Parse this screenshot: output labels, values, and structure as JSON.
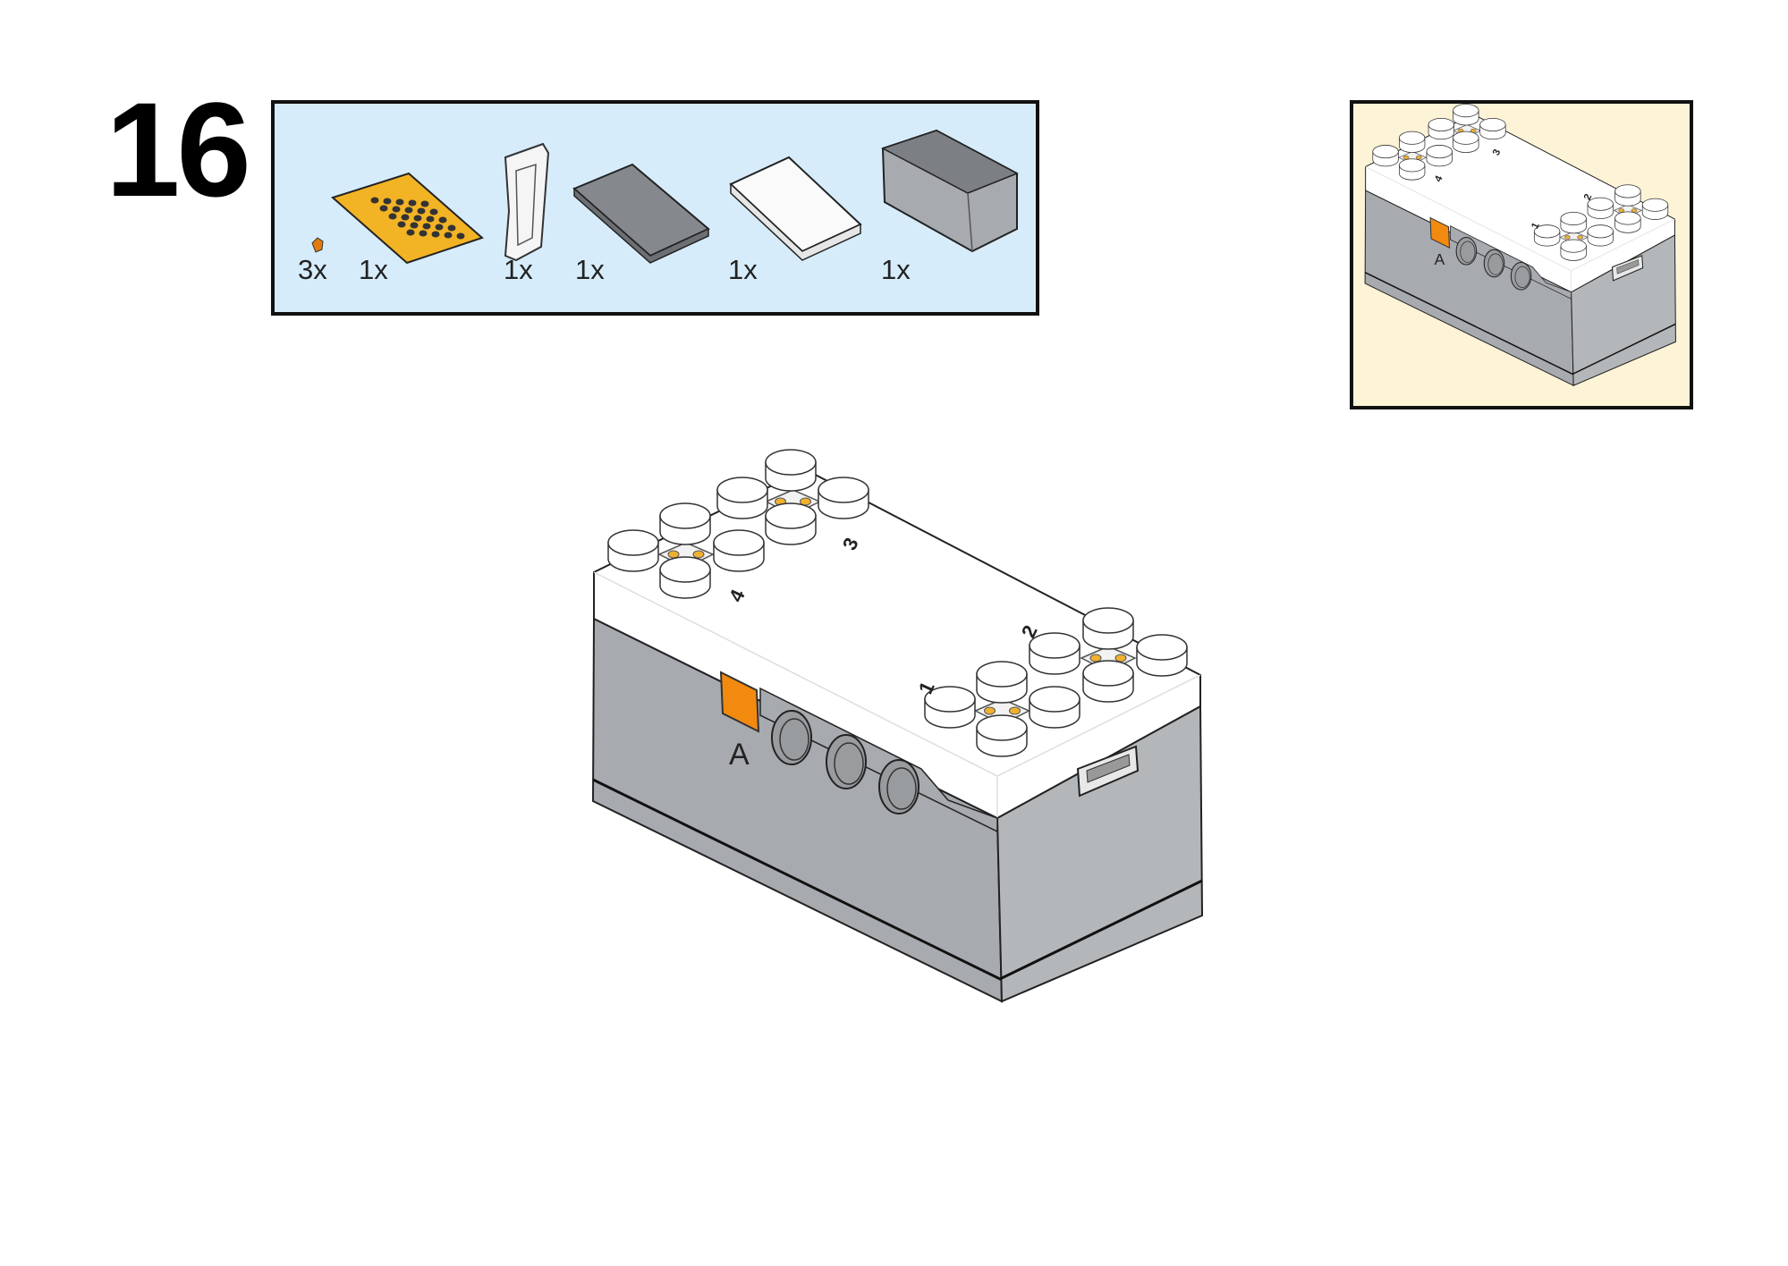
{
  "step": {
    "number": "16"
  },
  "parts_list": {
    "items": [
      {
        "name": "orange-connector-peg",
        "quantity": "3x"
      },
      {
        "name": "yellow-led-matrix-plate",
        "quantity": "1x"
      },
      {
        "name": "white-internal-frame",
        "quantity": "1x"
      },
      {
        "name": "dark-gray-circuit-board",
        "quantity": "1x"
      },
      {
        "name": "white-top-cover",
        "quantity": "1x"
      },
      {
        "name": "gray-housing-shell",
        "quantity": "1x"
      }
    ]
  },
  "model": {
    "port_label": "A",
    "stud_group_labels": [
      "1",
      "2",
      "3",
      "4"
    ]
  },
  "colors": {
    "parts_bg": "#d6ecfb",
    "inset_bg": "#fdf3d7",
    "housing_gray": "#a7aaae",
    "port_orange": "#f28a10",
    "pin_gold": "#f0b030"
  }
}
